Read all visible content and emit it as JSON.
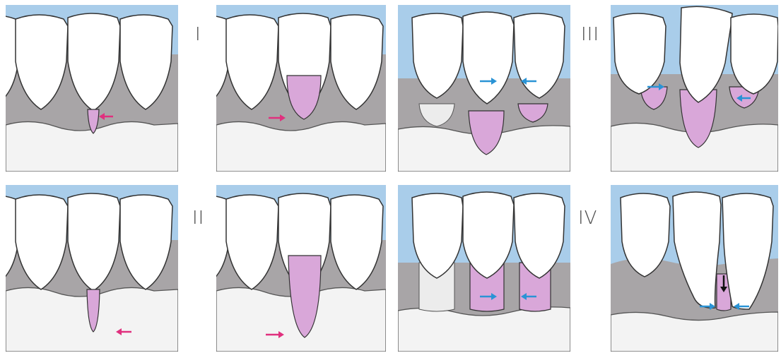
{
  "classes": {
    "row1_left": "I",
    "row2_left": "II",
    "row1_right": "III",
    "row2_right": "IV"
  },
  "colors": {
    "sky": "#a9cdea",
    "gingiva": "#a8a5a7",
    "bone": "#f3f3f3",
    "tooth": "#ffffff",
    "recession": "#d9a7d9",
    "arrow_pink": "#e0307e",
    "arrow_blue": "#2a93d5",
    "arrow_black": "#111111"
  }
}
